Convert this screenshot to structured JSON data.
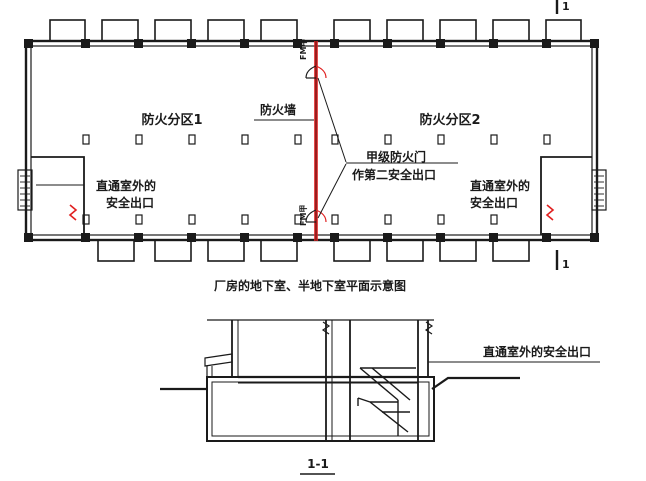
{
  "plan": {
    "zone1": "防火分区1",
    "zone2": "防火分区2",
    "firewall": "防火墙",
    "door_line1": "甲级防火门",
    "door_line2": "作第二安全出口",
    "exit_left_line1": "直通室外的",
    "exit_left_line2": "安全出口",
    "exit_right_line1": "直通室外的",
    "exit_right_line2": "安全出口",
    "door_code_top": "FM甲",
    "door_code_bottom": "FM甲",
    "section_mark_top": "1",
    "section_mark_bottom": "1",
    "caption": "厂房的地下室、半地下室平面示意图"
  },
  "section": {
    "exit_label": "直通室外的安全出口",
    "caption": "1-1"
  },
  "colors": {
    "line": "#1a1a1a",
    "firewall": "#e02020"
  }
}
